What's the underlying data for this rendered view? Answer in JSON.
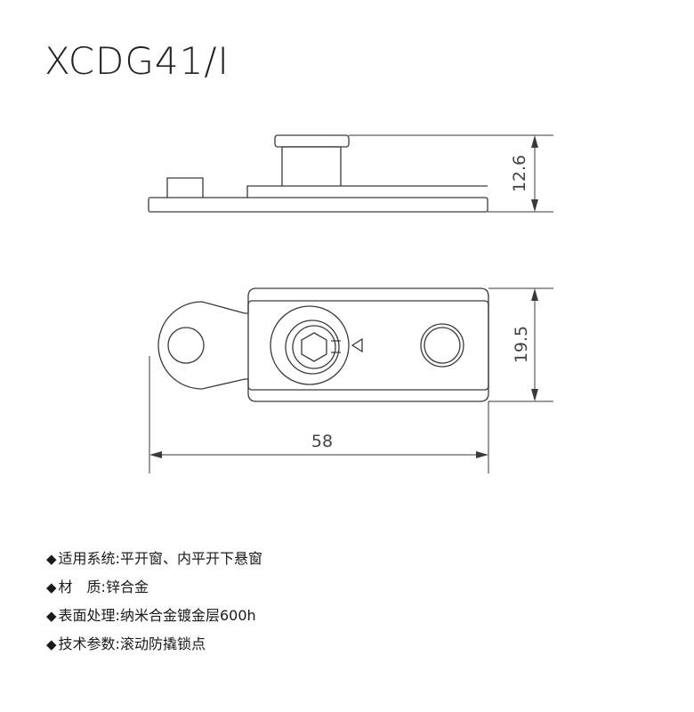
{
  "title": "XCDG41/I",
  "dimensions": {
    "height": "12.6",
    "width": "19.5",
    "length": "58"
  },
  "specs": [
    {
      "bullet": "◆",
      "label": "适用系统:",
      "value": "平开窗、内平开下悬窗"
    },
    {
      "bullet": "◆",
      "label": "材　质:",
      "value": "锌合金"
    },
    {
      "bullet": "◆",
      "label": "表面处理:",
      "value": "纳米合金镀金层600h"
    },
    {
      "bullet": "◆",
      "label": "技术参数:",
      "value": "滚动防撬锁点"
    }
  ],
  "colors": {
    "line": "#3a3a3a",
    "text": "#1a1a1a"
  }
}
